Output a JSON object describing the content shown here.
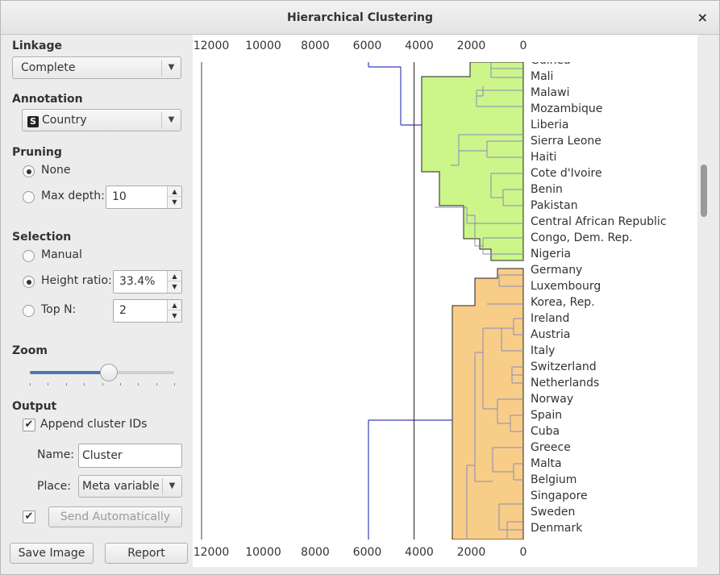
{
  "window": {
    "title": "Hierarchical Clustering",
    "close_glyph": "×"
  },
  "linkage": {
    "title": "Linkage",
    "value": "Complete"
  },
  "annotation": {
    "title": "Annotation",
    "icon_letter": "S",
    "value": "Country"
  },
  "pruning": {
    "title": "Pruning",
    "none_label": "None",
    "maxdepth_label": "Max depth:",
    "maxdepth_value": "10",
    "selected": "None"
  },
  "selection": {
    "title": "Selection",
    "manual_label": "Manual",
    "height_label": "Height ratio:",
    "height_value": "33.4%",
    "topn_label": "Top N:",
    "topn_value": "2",
    "selected": "Height ratio"
  },
  "zoom": {
    "title": "Zoom",
    "level": 0.55
  },
  "output": {
    "title": "Output",
    "append_label": "Append cluster IDs",
    "append_checked": true,
    "name_label": "Name:",
    "name_value": "Cluster",
    "place_label": "Place:",
    "place_value": "Meta variable"
  },
  "send": {
    "checked": true,
    "label": "Send Automatically"
  },
  "buttons": {
    "save_label": "Save Image",
    "report_label": "Report"
  },
  "axis": {
    "ticks": [
      "12000",
      "10000",
      "8000",
      "6000",
      "4000",
      "2000",
      "0"
    ]
  },
  "cut_line_value": 4200,
  "colors": {
    "cluster1": "#ccf58a",
    "cluster2": "#f8cd88",
    "link": "#3a3fb8"
  },
  "leaves": [
    "Guinea",
    "Mali",
    "Malawi",
    "Mozambique",
    "Liberia",
    "Sierra Leone",
    "Haiti",
    "Cote d'Ivoire",
    "Benin",
    "Pakistan",
    "Central African Republic",
    "Congo, Dem. Rep.",
    "Nigeria",
    "Germany",
    "Luxembourg",
    "Korea, Rep.",
    "Ireland",
    "Austria",
    "Italy",
    "Switzerland",
    "Netherlands",
    "Norway",
    "Spain",
    "Cuba",
    "Greece",
    "Malta",
    "Belgium",
    "Singapore",
    "Sweden",
    "Denmark"
  ],
  "scroll": {
    "position": 0.25,
    "visible_fraction": 0.1
  }
}
